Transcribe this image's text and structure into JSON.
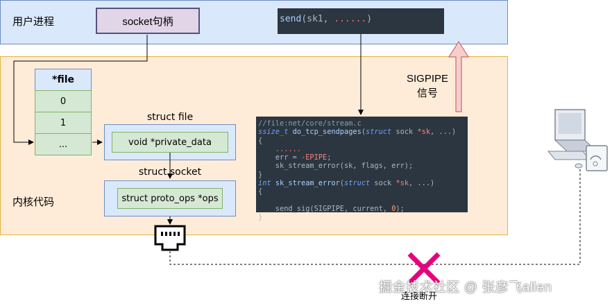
{
  "user_space": {
    "label": "用户进程"
  },
  "kernel_space": {
    "label": "内核代码"
  },
  "socket_handle": {
    "label": "socket句柄"
  },
  "send_call": {
    "fn": "send",
    "args": "(sk1, ",
    "dots": "......",
    "close": ")"
  },
  "fd_table": {
    "header": "*file",
    "rows": [
      "0",
      "1",
      "..."
    ]
  },
  "struct_file": {
    "title": "struct file",
    "field": "void *private_data"
  },
  "struct_socket": {
    "title": "struct socket",
    "field": "struct proto_ops *ops"
  },
  "code": {
    "comment": "//file:net/core/stream.c",
    "sig1_type": "ssize_t",
    "sig1_fn": "do_tcp_sendpages",
    "sig1_pre": "(",
    "kw_struct": "struct",
    "sig1_rest_a": " sock ",
    "star_sk": "*sk",
    "sig1_rest_b": ", ...)",
    "open": "{",
    "dots": "......",
    "err_line_a": "    err = ",
    "err_val": "-EPIPE",
    "err_line_b": ";",
    "call_line": "    sk_stream_error(sk, flags, err);",
    "close": "}",
    "sig2_type": "int",
    "sig2_fn": "sk_stream_error",
    "sig2_rest_b": ", ...)",
    "send_sig_a": "    send_sig(SIGPIPE, current, ",
    "send_sig_zero": "0",
    "send_sig_b": ");"
  },
  "signal": {
    "line1": "SIGPIPE",
    "line2": "信号"
  },
  "disconnect": {
    "label": "连接断开"
  },
  "watermark": "掘金技术社区 @ 张彦飞allen",
  "colors": {
    "user_fill": "#dae8fc",
    "kernel_fill": "#ffe6cc",
    "signal_arrow": "#f8cecc",
    "disconnect_x": "#e6007e"
  },
  "icons": [
    "network-port-icon",
    "computer-icon",
    "disconnect-x-icon",
    "up-arrow-icon"
  ]
}
